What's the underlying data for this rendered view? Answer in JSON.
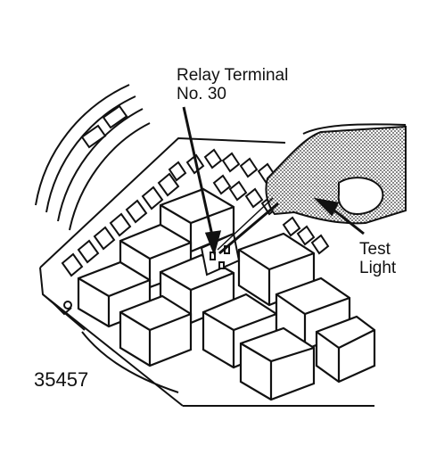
{
  "labels": {
    "relay_terminal": {
      "line1": "Relay Terminal",
      "line2": "No. 30"
    },
    "test_light": {
      "line1": "Test",
      "line2": "Light"
    }
  },
  "figure_number": "35457",
  "colors": {
    "ink": "#111111",
    "paper": "#ffffff",
    "stipple": "#6a6a6a"
  }
}
